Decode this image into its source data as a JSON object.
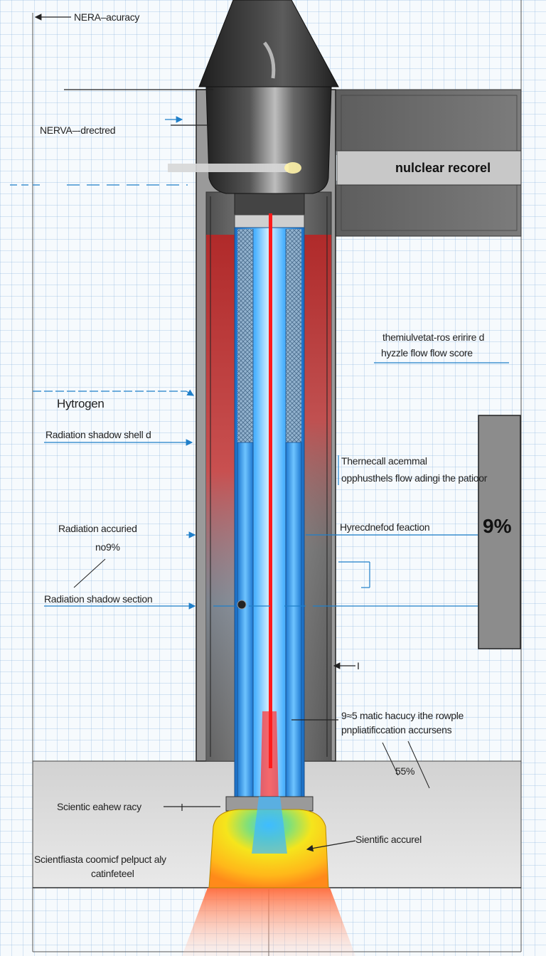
{
  "labels": {
    "top_accuracy": "NERA–acuracy",
    "directed": "NERVA–-drectred",
    "nuclear_box": "nulclear recorel",
    "thermal_right_1": "themiulvetat-ros eririre d",
    "thermal_right_2": "hyzzle flow flow score",
    "hydrogen": "Hytrogen",
    "radiation_shell": "Radiation shadow shell d",
    "thermecal_1": "Thernecall acemmal",
    "thermecal_2": "opphusthels flow adingi the patioor",
    "radiation_accuried_1": "Radiation accuried",
    "radiation_accuried_2": "no9%",
    "hyrecd": "Hyrecdnefod feaction",
    "percent_box": "9%",
    "radiation_section": "Radiation shadow section",
    "tick_mark": "I",
    "matic_1": "9≈5 matic hacucy ithe rowple",
    "matic_2": "pnpliatificcation accursens",
    "pct_55": "55%",
    "scientic_eahew": "Scientic eahew racy",
    "scientific_accurel": "Sientific accurel",
    "scientfiasta_1": "Scientfiasta coomicf pelpuct aly",
    "scientfiasta_2": "catinfeteel"
  },
  "colors": {
    "blueprint_line": "#1f7fc9",
    "hydrogen_flow": "#2f9cf0",
    "reactor_heat": "#b83a3a",
    "core_beam": "#ff1b1b",
    "plume": "#ffd21a",
    "casing": "#6c6c6c",
    "cone": "#3a3a3a"
  },
  "icons": {
    "arrow": "arrow-right-icon"
  }
}
